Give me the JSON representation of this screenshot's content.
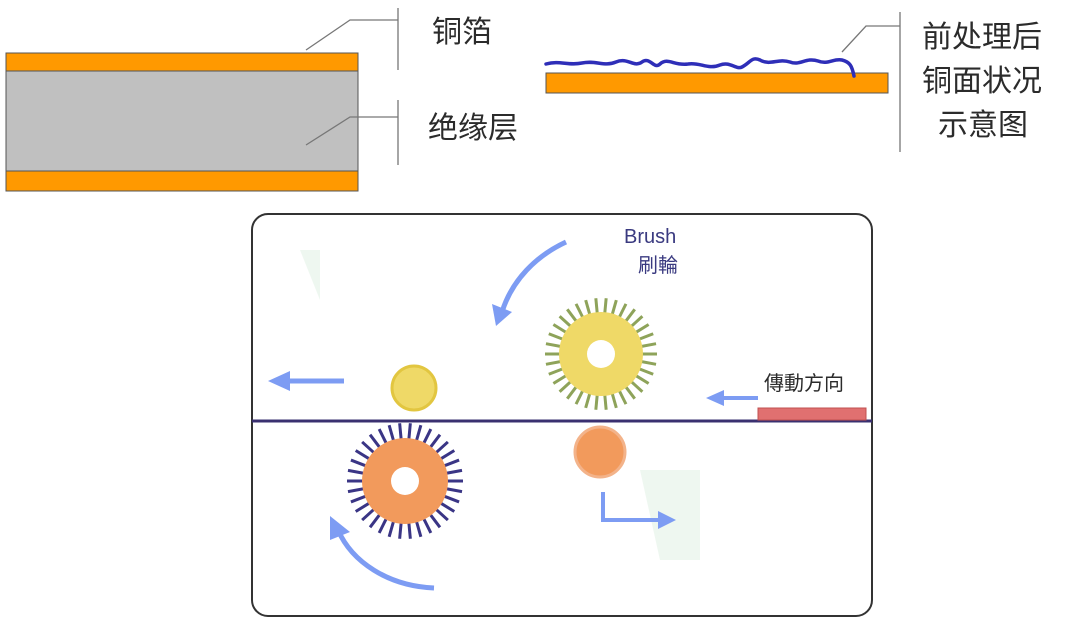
{
  "layer_diagram": {
    "copper_foil_label": "铜箔",
    "insulation_label": "绝缘层"
  },
  "surface_diagram": {
    "caption_lines": [
      "前处理后",
      "铜面状况",
      "示意图"
    ]
  },
  "brush_diagram": {
    "brush_label_en": "Brush",
    "brush_label_zh": "刷輪",
    "direction_label": "傳動方向"
  },
  "colors": {
    "copper": "#ff9900",
    "insulation": "#c0c0c0",
    "roughened_surface": "#2e2eb8",
    "arrow": "#7d9cf3",
    "upper_brush": "#e8d34f",
    "lower_brush": "#f29a5c",
    "conveyor_line": "#3a3070",
    "conveyor_pad": "#e07070"
  }
}
